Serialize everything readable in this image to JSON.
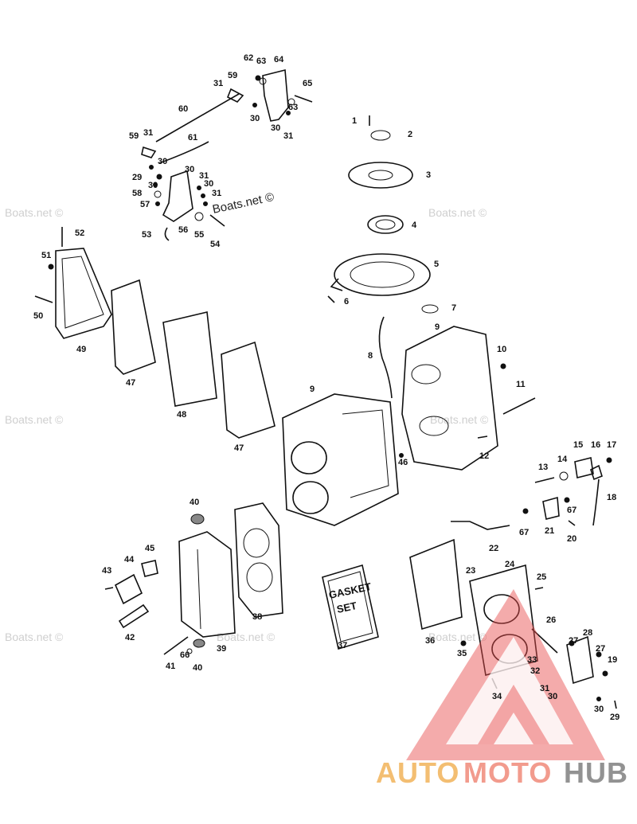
{
  "watermarks": {
    "inline": "Boats.net ©",
    "faint": "Boats.net ©"
  },
  "gasket_box": {
    "line1": "GASKET",
    "line2": "SET"
  },
  "brand": {
    "part1": "AUTO",
    "part2": "MOTO",
    "part3": "HUB",
    "color_auto": "#f2b35a",
    "color_moto": "#f08a7a",
    "color_hub": "#808080",
    "triangle_color": "#e84a4a"
  },
  "callouts": [
    {
      "id": "c62",
      "text": "62"
    },
    {
      "id": "c63a",
      "text": "63"
    },
    {
      "id": "c64",
      "text": "64"
    },
    {
      "id": "c31a",
      "text": "31"
    },
    {
      "id": "c59a",
      "text": "59"
    },
    {
      "id": "c65",
      "text": "65"
    },
    {
      "id": "c60",
      "text": "60"
    },
    {
      "id": "c63b",
      "text": "63"
    },
    {
      "id": "c30a",
      "text": "30"
    },
    {
      "id": "c30b",
      "text": "30"
    },
    {
      "id": "c31b",
      "text": "31"
    },
    {
      "id": "c1",
      "text": "1"
    },
    {
      "id": "c2",
      "text": "2"
    },
    {
      "id": "c59b",
      "text": "59"
    },
    {
      "id": "c31c",
      "text": "31"
    },
    {
      "id": "c61",
      "text": "61"
    },
    {
      "id": "c30c",
      "text": "30"
    },
    {
      "id": "c3",
      "text": "3"
    },
    {
      "id": "c30d",
      "text": "30"
    },
    {
      "id": "c29a",
      "text": "29"
    },
    {
      "id": "c31d",
      "text": "31"
    },
    {
      "id": "c30e",
      "text": "30"
    },
    {
      "id": "c30f",
      "text": "30"
    },
    {
      "id": "c58",
      "text": "58"
    },
    {
      "id": "c31e",
      "text": "31"
    },
    {
      "id": "c57",
      "text": "57"
    },
    {
      "id": "c4",
      "text": "4"
    },
    {
      "id": "c52",
      "text": "52"
    },
    {
      "id": "c53",
      "text": "53"
    },
    {
      "id": "c56",
      "text": "56"
    },
    {
      "id": "c55",
      "text": "55"
    },
    {
      "id": "c54",
      "text": "54"
    },
    {
      "id": "c51",
      "text": "51"
    },
    {
      "id": "c5",
      "text": "5"
    },
    {
      "id": "c6",
      "text": "6"
    },
    {
      "id": "c7",
      "text": "7"
    },
    {
      "id": "c50",
      "text": "50"
    },
    {
      "id": "c9a",
      "text": "9"
    },
    {
      "id": "c49",
      "text": "49"
    },
    {
      "id": "c10",
      "text": "10"
    },
    {
      "id": "c8",
      "text": "8"
    },
    {
      "id": "c47a",
      "text": "47"
    },
    {
      "id": "c11",
      "text": "11"
    },
    {
      "id": "c9b",
      "text": "9"
    },
    {
      "id": "c48",
      "text": "48"
    },
    {
      "id": "c47b",
      "text": "47"
    },
    {
      "id": "c46",
      "text": "46"
    },
    {
      "id": "c12",
      "text": "12"
    },
    {
      "id": "c15",
      "text": "15"
    },
    {
      "id": "c16",
      "text": "16"
    },
    {
      "id": "c17",
      "text": "17"
    },
    {
      "id": "c13",
      "text": "13"
    },
    {
      "id": "c14",
      "text": "14"
    },
    {
      "id": "c18",
      "text": "18"
    },
    {
      "id": "c40a",
      "text": "40"
    },
    {
      "id": "c67a",
      "text": "67"
    },
    {
      "id": "c67b",
      "text": "67"
    },
    {
      "id": "c21",
      "text": "21"
    },
    {
      "id": "c20",
      "text": "20"
    },
    {
      "id": "c45",
      "text": "45"
    },
    {
      "id": "c44",
      "text": "44"
    },
    {
      "id": "c22",
      "text": "22"
    },
    {
      "id": "c43",
      "text": "43"
    },
    {
      "id": "c23",
      "text": "23"
    },
    {
      "id": "c24",
      "text": "24"
    },
    {
      "id": "c25",
      "text": "25"
    },
    {
      "id": "c38",
      "text": "38"
    },
    {
      "id": "c26",
      "text": "26"
    },
    {
      "id": "c42",
      "text": "42"
    },
    {
      "id": "c28",
      "text": "28"
    },
    {
      "id": "c27a",
      "text": "27"
    },
    {
      "id": "c27b",
      "text": "27"
    },
    {
      "id": "c37",
      "text": "37"
    },
    {
      "id": "c36",
      "text": "36"
    },
    {
      "id": "c39",
      "text": "39"
    },
    {
      "id": "c35",
      "text": "35"
    },
    {
      "id": "c33",
      "text": "33"
    },
    {
      "id": "c19",
      "text": "19"
    },
    {
      "id": "c41",
      "text": "41"
    },
    {
      "id": "c66",
      "text": "66"
    },
    {
      "id": "c32",
      "text": "32"
    },
    {
      "id": "c40b",
      "text": "40"
    },
    {
      "id": "c31f",
      "text": "31"
    },
    {
      "id": "c34",
      "text": "34"
    },
    {
      "id": "c30g",
      "text": "30"
    },
    {
      "id": "c30h",
      "text": "30"
    },
    {
      "id": "c29b",
      "text": "29"
    }
  ]
}
